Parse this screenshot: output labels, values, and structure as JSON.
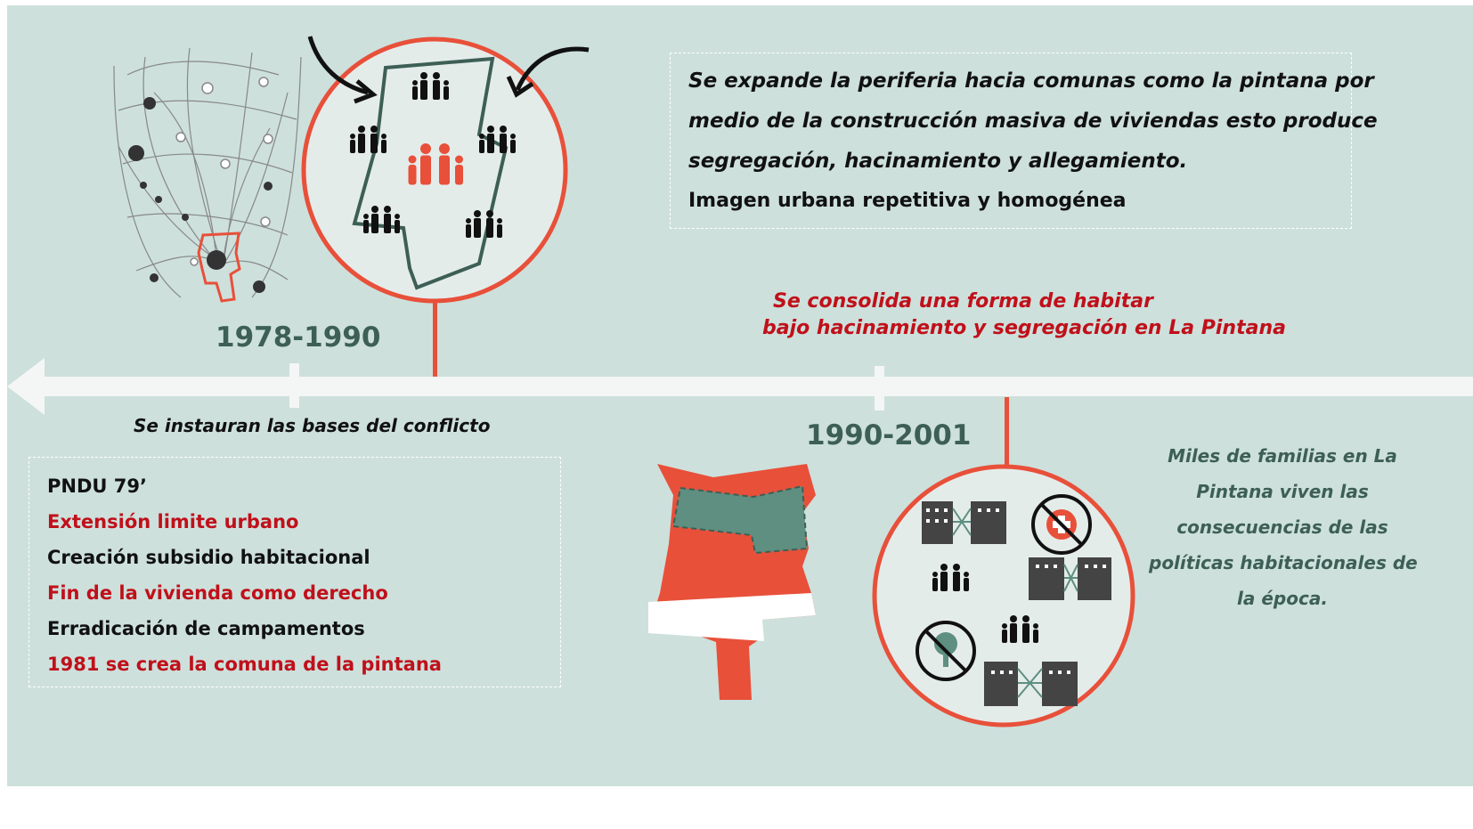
{
  "colors": {
    "background": "#cde0dc",
    "accent_red": "#e8503a",
    "dark_green": "#3d5f55",
    "title_red": "#c0101a",
    "timeline": "#f4f6f5"
  },
  "period_1": {
    "years": "1978-1990",
    "subtitle": "Se instauran las bases del conflicto",
    "description_lines": [
      "Se expande la periferia  hacia comunas como la pintana por",
      "medio de la construcción masiva de viviendas esto produce",
      "segregación, hacinamiento y allegamiento."
    ],
    "description_extra": "Imagen urbana repetitiva y homogénea",
    "list": [
      {
        "text": "PNDU 79’",
        "color": "#111111"
      },
      {
        "text": "Extensión limite urbano",
        "color": "#c0101a"
      },
      {
        "text": "Creación subsidio habitacional",
        "color": "#111111"
      },
      {
        "text": "Fin de la vivienda como derecho",
        "color": "#c0101a"
      },
      {
        "text": "Erradicación de campamentos",
        "color": "#111111"
      },
      {
        "text": "1981 se crea la comuna de la pintana",
        "color": "#c0101a"
      }
    ]
  },
  "period_2": {
    "years": "1990-2001",
    "headline_line1": "Se consolida una forma de habitar",
    "headline_line2": "bajo hacinamiento y segregación en La Pintana",
    "side_text": [
      "Miles de familias en La",
      "Pintana viven las",
      "consecuencias de las",
      "políticas habitacionales de",
      "la época."
    ]
  },
  "icons": {
    "left_map": "city-network-map-icon",
    "circle_1": "families-in-commune-icon",
    "circle_2": "overcrowded-housing-icon",
    "commune_map": "commune-map-icon"
  }
}
